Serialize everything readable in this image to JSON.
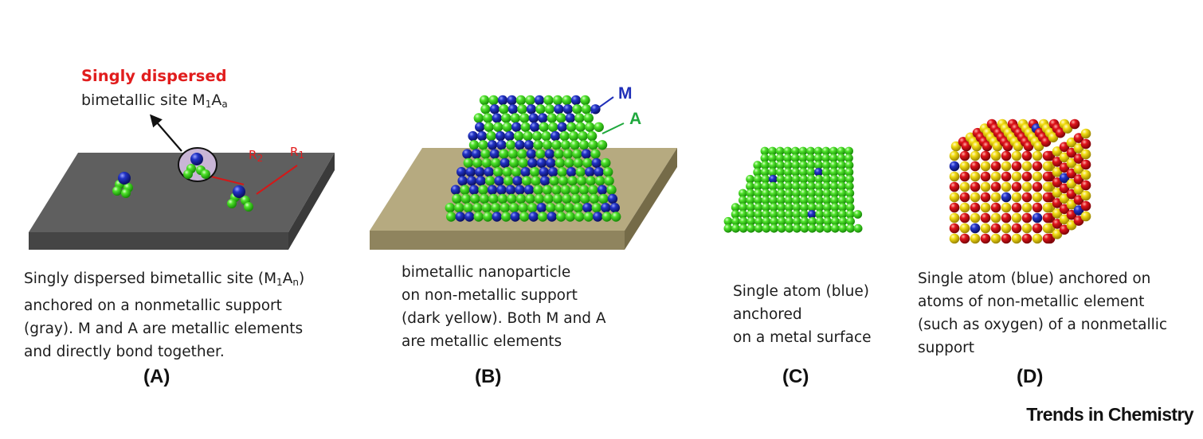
{
  "panel_a": {
    "title_red": "Singly dispersed",
    "site_label_prefix": "bimetallic site M",
    "site_label_sub1": "1",
    "site_label_mid": "A",
    "site_label_sub2": "a",
    "r2": "R",
    "r2_sub": "2",
    "r1": "R",
    "r1_sub": "1",
    "caption_line1_prefix": "Singly dispersed bimetallic site (M",
    "caption_line1_sub1": "1",
    "caption_line1_mid": "A",
    "caption_line1_sub2": "n",
    "caption_line1_suffix": ")",
    "caption_lines": [
      "anchored on a nonmetallic support",
      "(gray).  M and A are metallic elements",
      "and directly bond together."
    ],
    "label": "(A)"
  },
  "panel_b": {
    "m_label": "M",
    "a_label": "A",
    "caption_lines": [
      "bimetallic nanoparticle",
      "on non-metallic support",
      "(dark yellow). Both M and A",
      "are metallic elements"
    ],
    "label": "(B)"
  },
  "panel_c": {
    "caption_lines": [
      "Single atom (blue)",
      "anchored",
      "on a metal surface"
    ],
    "label": "(C)"
  },
  "panel_d": {
    "caption_lines": [
      "Single atom (blue) anchored on",
      "atoms of non-metallic element",
      "(such as oxygen) of  a nonmetallic",
      "support"
    ],
    "label": "(D)"
  },
  "brand": "Trends in Chemistry",
  "colors": {
    "metal_a_green": "#39d11f",
    "metal_m_blue": "#1f2fb8",
    "oxygen_red": "#e0141c",
    "yellow": "#f2dc12",
    "gray_support": "#5f5f5f",
    "yellow_support": "#b6aa80",
    "annotation_red": "#e11d1d"
  }
}
